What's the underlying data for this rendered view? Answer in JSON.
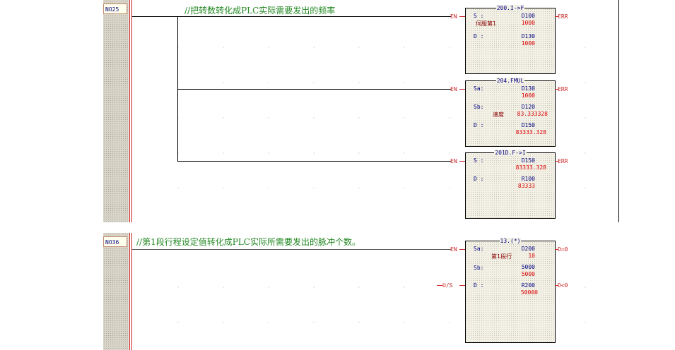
{
  "network1": {
    "label": "NO25",
    "comment": "//把转数转化成PLC实际需要发出的频率",
    "blocks": [
      {
        "title": "200.I->F",
        "en": "EN",
        "err": "ERR",
        "params": [
          {
            "label": "S :",
            "var": "D100",
            "val": "1000",
            "note": "伺服第1"
          },
          {
            "label": "D :",
            "var": "D130",
            "val": "1000",
            "note": ""
          }
        ]
      },
      {
        "title": "204.FMUL",
        "en": "EN",
        "err": "ERR",
        "params": [
          {
            "label": "Sa:",
            "var": "D130",
            "val": "1000",
            "note": ""
          },
          {
            "label": "Sb:",
            "var": "D120",
            "val": "83.333328",
            "note": "速度"
          },
          {
            "label": "D :",
            "var": "D150",
            "val": "83333.328",
            "note": ""
          }
        ]
      },
      {
        "title": "201D.F->I",
        "en": "EN",
        "err": "ERR",
        "params": [
          {
            "label": "S :",
            "var": "D150",
            "val": "83333.328",
            "note": ""
          },
          {
            "label": "D :",
            "var": "R100",
            "val": "83333",
            "note": ""
          }
        ]
      }
    ]
  },
  "network2": {
    "label": "NO36",
    "comment": "//第1段行程设定值转化成PLC实际所需要发出的脉冲个数。",
    "block": {
      "title": "13.(*)",
      "en": "EN",
      "us": "U/S",
      "out1": "D=0",
      "out2": "D<0",
      "params": [
        {
          "label": "Sa:",
          "var": "D200",
          "val": "10",
          "note": "第1段行"
        },
        {
          "label": "Sb:",
          "var": "5000",
          "val": "5000",
          "note": ""
        },
        {
          "label": "D :",
          "var": "R200",
          "val": "50000",
          "note": ""
        }
      ]
    }
  }
}
